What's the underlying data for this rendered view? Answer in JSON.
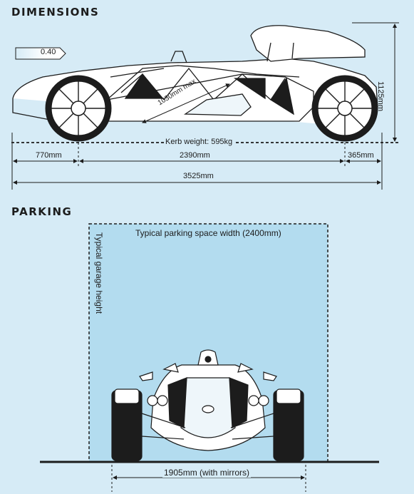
{
  "dimensions": {
    "heading": "DIMENSIONS",
    "drag_coefficient": "0.40",
    "kerb_weight": "Kerb weight: 595kg",
    "front_overhang": "770mm",
    "wheelbase": "2390mm",
    "rear_overhang": "365mm",
    "length": "3525mm",
    "height": "1125mm",
    "max_occupant": "1030mm max"
  },
  "parking": {
    "heading": "PARKING",
    "space_width": "Typical parking space width (2400mm)",
    "garage_height": "Typical garage height",
    "car_width": "1905mm (with mirrors)"
  },
  "colors": {
    "background": "#d6ebf6",
    "parking_space": "#b3dcef",
    "ink": "#1c1c1c"
  }
}
